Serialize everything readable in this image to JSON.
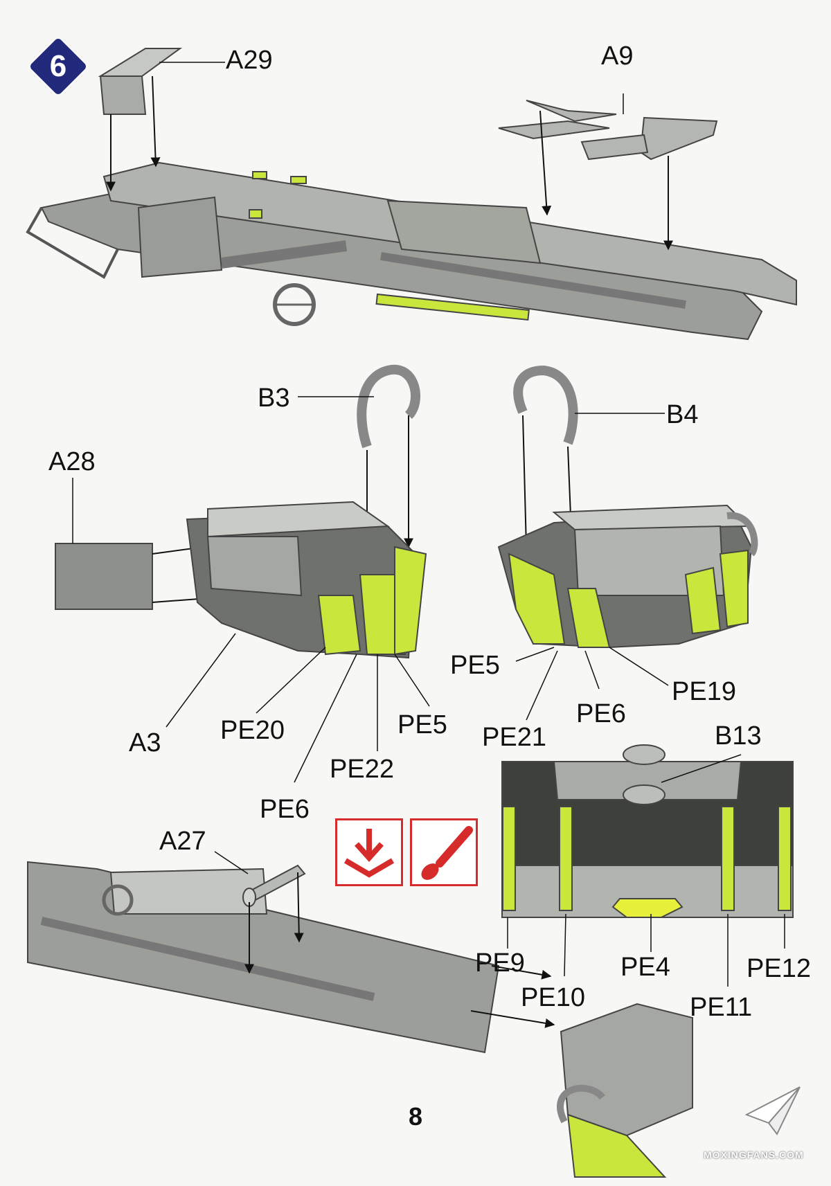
{
  "step": {
    "number": "6"
  },
  "labels": {
    "a29": "A29",
    "a9": "A9",
    "b3": "B3",
    "b4": "B4",
    "a28": "A28",
    "a3": "A3",
    "pe20": "PE20",
    "pe6_left": "PE6",
    "pe22": "PE22",
    "pe5_left": "PE5",
    "pe5_right": "PE5",
    "pe21": "PE21",
    "pe6_right": "PE6",
    "pe19": "PE19",
    "b13": "B13",
    "a27": "A27",
    "pe9": "PE9",
    "pe10": "PE10",
    "pe4": "PE4",
    "pe11": "PE11",
    "pe12": "PE12"
  },
  "icons": {
    "glue": "cement-glue-icon",
    "paint": "paint-brush-icon"
  },
  "colors": {
    "part_gray": "#a9aba6",
    "photo_etch_green": "#c8e63c",
    "badge_blue": "#22287a",
    "icon_red": "#d62b2b"
  },
  "page": {
    "number": "8"
  },
  "watermark": {
    "text": "MOXINGFANS.COM"
  }
}
